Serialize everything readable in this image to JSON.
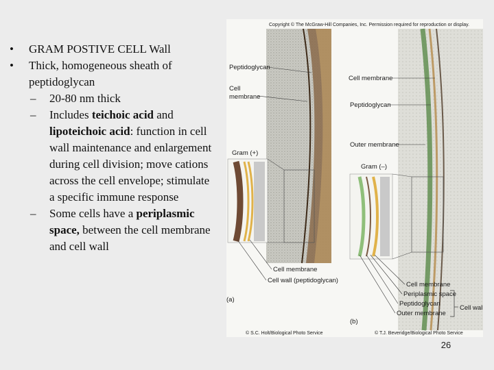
{
  "bullets": {
    "b1": "GRAM POSTIVE CELL Wall",
    "b2": "Thick, homogeneous sheath of peptidoglycan",
    "sub1": "20-80 nm thick",
    "sub2_pre": "Includes ",
    "sub2_bold1": "teichoic acid",
    "sub2_mid": " and ",
    "sub2_bold2": "lipoteichoic acid",
    "sub2_post": ": function in cell wall maintenance and enlargement during cell division; move cations across the cell envelope; stimulate a specific immune response",
    "sub3_pre": "Some cells have a ",
    "sub3_bold": "periplasmic space,",
    "sub3_post": " between the cell membrane and cell wall",
    "bullet_glyph": "•",
    "dash_glyph": "–"
  },
  "figure": {
    "copyright": "Copyright © The McGraw-Hill Companies, Inc. Permission required for reproduction or display.",
    "a": {
      "label_peptidoglycan": "Peptidoglycan",
      "label_cell": "Cell",
      "label_membrane": "membrane",
      "label_gram": "Gram (+)",
      "label_cell_membrane": "Cell membrane",
      "label_cell_wall": "Cell wall (peptidoglycan)",
      "panel_letter": "(a)",
      "credit": "© S.C. Holt/Biological Photo Service"
    },
    "b": {
      "label_cell_membrane": "Cell membrane",
      "label_peptidoglycan": "Peptidoglycan",
      "label_outer_membrane": "Outer membrane",
      "label_gram": "Gram (–)",
      "label_cell_membrane2": "Cell membrane",
      "label_periplasmic": "Periplasmic space",
      "label_peptidoglycan2": "Peptidoglycan",
      "label_outer_membrane2": "Outer membrane",
      "label_cell_wall": "Cell wall",
      "panel_letter": "(b)",
      "credit": "© T.J. Beveridge/Biological Photo Service"
    }
  },
  "page_number": "26"
}
